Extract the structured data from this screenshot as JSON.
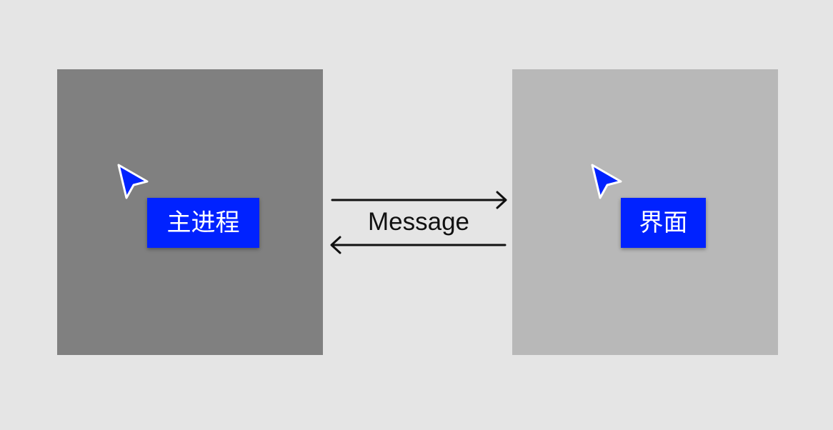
{
  "colors": {
    "background": "#e5e5e5",
    "main_panel": "#808080",
    "ui_panel": "#b8b8b8",
    "label_bg": "#0022ff",
    "cursor_fill": "#0022ff",
    "cursor_stroke": "#ffffff",
    "arrow": "#111111"
  },
  "main_process": {
    "label": "主进程",
    "icon": "cursor-arrow"
  },
  "ui": {
    "label": "界面",
    "icon": "cursor-arrow"
  },
  "connection": {
    "label": "Message",
    "directions": [
      "main-to-ui",
      "ui-to-main"
    ]
  }
}
